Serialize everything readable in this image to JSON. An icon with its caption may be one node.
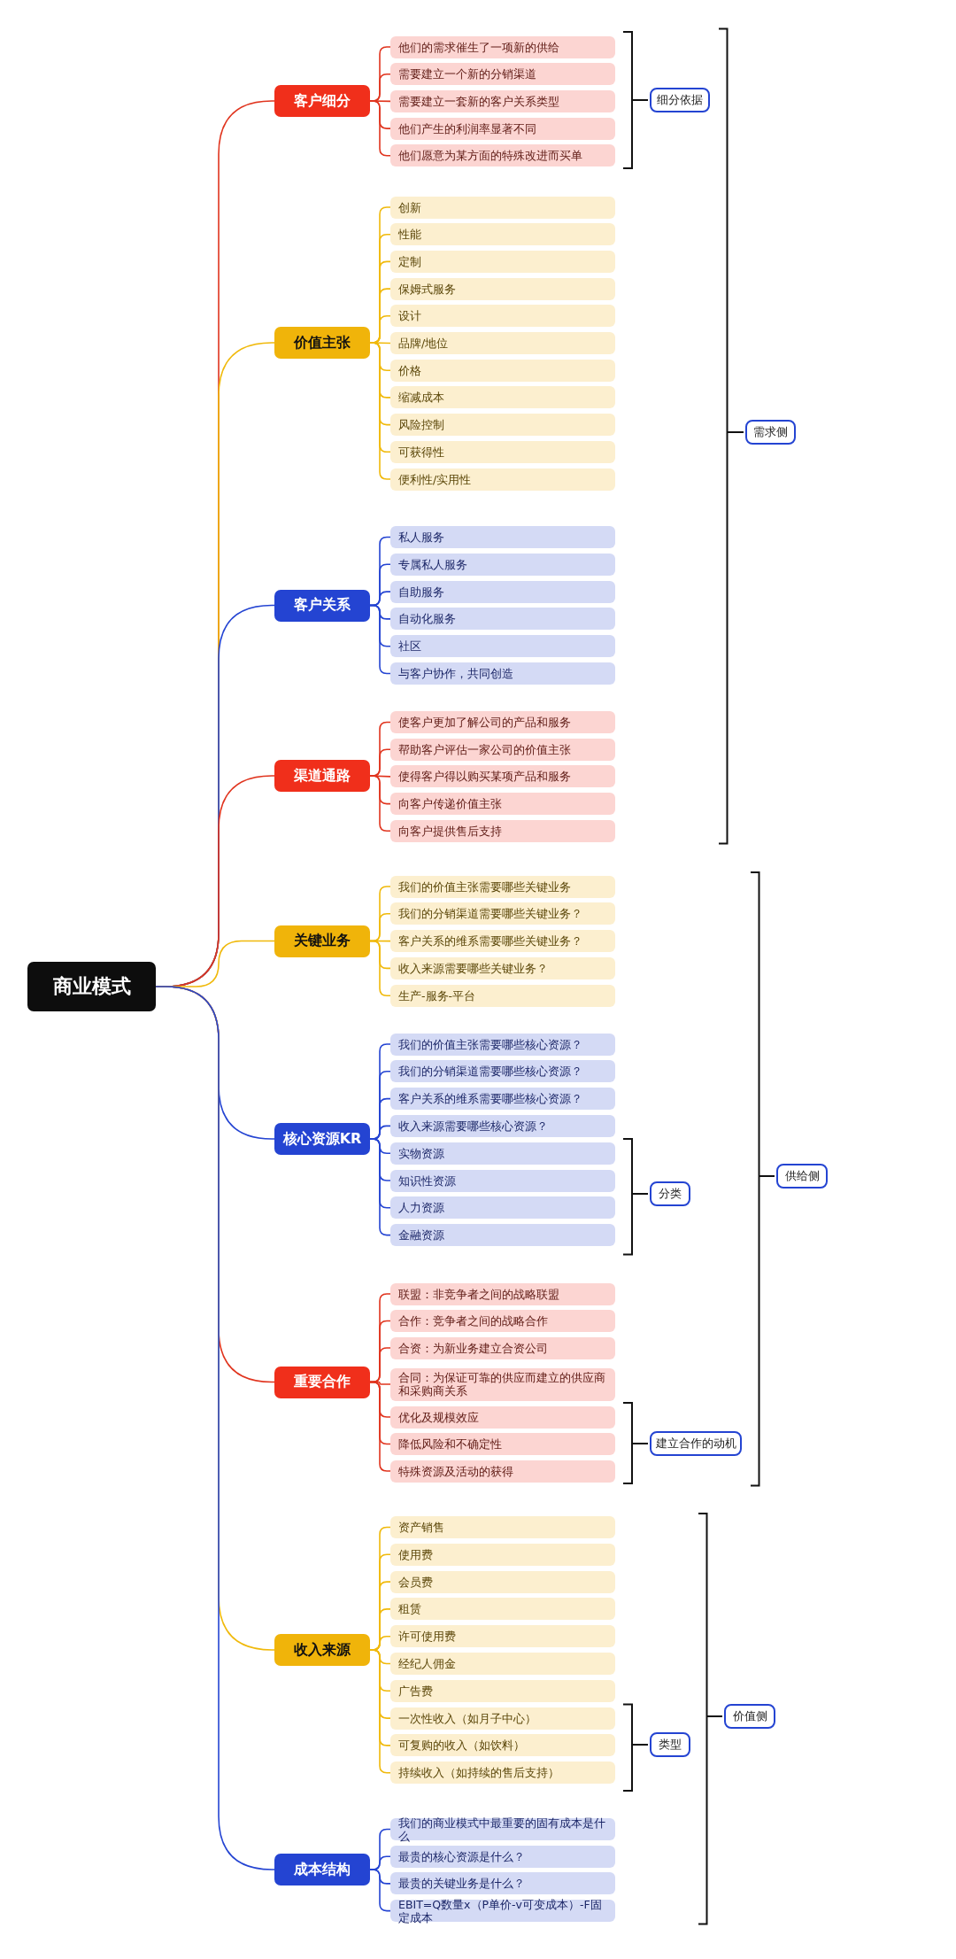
{
  "diagram": {
    "nodes": [
      {
        "text": [
          "商业模式"
        ]
      },
      {
        "text": [
          "客户细分"
        ]
      },
      {
        "text": [
          "他们的需求催生了一项新的供给"
        ]
      },
      {
        "text": [
          "需要建立一个新的分销渠道"
        ]
      },
      {
        "text": [
          "需要建立一套新的客户关系类型"
        ]
      },
      {
        "text": [
          "他们产生的利润率显著不同"
        ]
      },
      {
        "text": [
          "他们愿意为某方面的特殊改进而买单"
        ]
      },
      {
        "text": [
          "价值主张"
        ]
      },
      {
        "text": [
          "创新"
        ]
      },
      {
        "text": [
          "性能"
        ]
      },
      {
        "text": [
          "定制"
        ]
      },
      {
        "text": [
          "保姆式服务"
        ]
      },
      {
        "text": [
          "设计"
        ]
      },
      {
        "text": [
          "品牌/地位"
        ]
      },
      {
        "text": [
          "价格"
        ]
      },
      {
        "text": [
          "缩减成本"
        ]
      },
      {
        "text": [
          "风险控制"
        ]
      },
      {
        "text": [
          "可获得性"
        ]
      },
      {
        "text": [
          "便利性/实用性"
        ]
      },
      {
        "text": [
          "客户关系"
        ]
      },
      {
        "text": [
          "私人服务"
        ]
      },
      {
        "text": [
          "专属私人服务"
        ]
      },
      {
        "text": [
          "自助服务"
        ]
      },
      {
        "text": [
          "自动化服务"
        ]
      },
      {
        "text": [
          "社区"
        ]
      },
      {
        "text": [
          "与客户协作，共同创造"
        ]
      },
      {
        "text": [
          "渠道通路"
        ]
      },
      {
        "text": [
          "使客户更加了解公司的产品和服务"
        ]
      },
      {
        "text": [
          "帮助客户评估一家公司的价值主张"
        ]
      },
      {
        "text": [
          "使得客户得以购买某项产品和服务"
        ]
      },
      {
        "text": [
          "向客户传递价值主张"
        ]
      },
      {
        "text": [
          "向客户提供售后支持"
        ]
      },
      {
        "text": [
          "关键业务"
        ]
      },
      {
        "text": [
          "我们的价值主张需要哪些关键业务"
        ]
      },
      {
        "text": [
          "我们的分销渠道需要哪些关键业务？"
        ]
      },
      {
        "text": [
          "客户关系的维系需要哪些关键业务？"
        ]
      },
      {
        "text": [
          "收入来源需要哪些关键业务？"
        ]
      },
      {
        "text": [
          "生产-服务-平台"
        ]
      },
      {
        "text": [
          "核心资源KR"
        ]
      },
      {
        "text": [
          "我们的价值主张需要哪些核心资源？"
        ]
      },
      {
        "text": [
          "我们的分销渠道需要哪些核心资源？"
        ]
      },
      {
        "text": [
          "客户关系的维系需要哪些核心资源？"
        ]
      },
      {
        "text": [
          "收入来源需要哪些核心资源？"
        ]
      },
      {
        "text": [
          "实物资源"
        ]
      },
      {
        "text": [
          "知识性资源"
        ]
      },
      {
        "text": [
          "人力资源"
        ]
      },
      {
        "text": [
          "金融资源"
        ]
      },
      {
        "text": [
          "重要合作"
        ]
      },
      {
        "text": [
          "联盟：非竞争者之间的战略联盟"
        ]
      },
      {
        "text": [
          "合作：竞争者之间的战略合作"
        ]
      },
      {
        "text": [
          "合资：为新业务建立合资公司"
        ]
      },
      {
        "text": [
          "合同：为保证可靠的供应而建立的供应商和采购商关系"
        ]
      },
      {
        "text": [
          "优化及规模效应"
        ]
      },
      {
        "text": [
          "降低风险和不确定性"
        ]
      },
      {
        "text": [
          "特殊资源及活动的获得"
        ]
      },
      {
        "text": [
          "收入来源"
        ]
      },
      {
        "text": [
          "资产销售"
        ]
      },
      {
        "text": [
          "使用费"
        ]
      },
      {
        "text": [
          "会员费"
        ]
      },
      {
        "text": [
          "租赁"
        ]
      },
      {
        "text": [
          "许可使用费"
        ]
      },
      {
        "text": [
          "经纪人佣金"
        ]
      },
      {
        "text": [
          "广告费"
        ]
      },
      {
        "text": [
          "一次性收入（如月子中心）"
        ]
      },
      {
        "text": [
          "可复购的收入（如饮料）"
        ]
      },
      {
        "text": [
          "持续收入（如持续的售后支持）"
        ]
      },
      {
        "text": [
          "成本结构"
        ]
      },
      {
        "text": [
          "我们的商业模式中最重要的固有成本是什么"
        ]
      },
      {
        "text": [
          "最贵的核心资源是什么？"
        ]
      },
      {
        "text": [
          "最贵的关键业务是什么？"
        ]
      },
      {
        "text": [
          "EBIT=Q数量x（P单价-v可变成本）-F固定成本"
        ]
      },
      {
        "text": [
          "细分依据"
        ]
      },
      {
        "text": [
          "需求侧"
        ]
      },
      {
        "text": [
          "分类"
        ]
      },
      {
        "text": [
          "供给侧"
        ]
      },
      {
        "text": [
          "建立合作的动机"
        ]
      },
      {
        "text": [
          "价值侧"
        ]
      },
      {
        "text": [
          "类型"
        ]
      }
    ],
    "edges": [
      {
        "from": 0,
        "to": 1,
        "arrow": "none",
        "color": "#e0341e"
      },
      {
        "from": 0,
        "to": 7,
        "arrow": "none",
        "color": "#f0b90b"
      },
      {
        "from": 0,
        "to": 19,
        "arrow": "none",
        "color": "#2444d2"
      },
      {
        "from": 0,
        "to": 26,
        "arrow": "none",
        "color": "#e0341e"
      },
      {
        "from": 0,
        "to": 32,
        "arrow": "none",
        "color": "#f0b90b"
      },
      {
        "from": 0,
        "to": 38,
        "arrow": "none",
        "color": "#2444d2"
      },
      {
        "from": 0,
        "to": 47,
        "arrow": "none",
        "color": "#e0341e"
      },
      {
        "from": 0,
        "to": 55,
        "arrow": "none",
        "color": "#f0b90b"
      },
      {
        "from": 0,
        "to": 66,
        "arrow": "none",
        "color": "#2444d2"
      },
      {
        "from": 1,
        "to": 2,
        "arrow": "none",
        "color": "#e0341e"
      },
      {
        "from": 1,
        "to": 3,
        "arrow": "none",
        "color": "#e0341e"
      },
      {
        "from": 1,
        "to": 4,
        "arrow": "none",
        "color": "#e0341e"
      },
      {
        "from": 1,
        "to": 5,
        "arrow": "none",
        "color": "#e0341e"
      },
      {
        "from": 1,
        "to": 6,
        "arrow": "none",
        "color": "#e0341e"
      },
      {
        "from": 7,
        "to": 8,
        "arrow": "none",
        "color": "#f0b90b"
      },
      {
        "from": 7,
        "to": 9,
        "arrow": "none",
        "color": "#f0b90b"
      },
      {
        "from": 7,
        "to": 10,
        "arrow": "none",
        "color": "#f0b90b"
      },
      {
        "from": 7,
        "to": 11,
        "arrow": "none",
        "color": "#f0b90b"
      },
      {
        "from": 7,
        "to": 12,
        "arrow": "none",
        "color": "#f0b90b"
      },
      {
        "from": 7,
        "to": 13,
        "arrow": "none",
        "color": "#f0b90b"
      },
      {
        "from": 7,
        "to": 14,
        "arrow": "none",
        "color": "#f0b90b"
      },
      {
        "from": 7,
        "to": 15,
        "arrow": "none",
        "color": "#f0b90b"
      },
      {
        "from": 7,
        "to": 16,
        "arrow": "none",
        "color": "#f0b90b"
      },
      {
        "from": 7,
        "to": 17,
        "arrow": "none",
        "color": "#f0b90b"
      },
      {
        "from": 7,
        "to": 18,
        "arrow": "none",
        "color": "#f0b90b"
      },
      {
        "from": 19,
        "to": 20,
        "arrow": "none",
        "color": "#2444d2"
      },
      {
        "from": 19,
        "to": 21,
        "arrow": "none",
        "color": "#2444d2"
      },
      {
        "from": 19,
        "to": 22,
        "arrow": "none",
        "color": "#2444d2"
      },
      {
        "from": 19,
        "to": 23,
        "arrow": "none",
        "color": "#2444d2"
      },
      {
        "from": 19,
        "to": 24,
        "arrow": "none",
        "color": "#2444d2"
      },
      {
        "from": 19,
        "to": 25,
        "arrow": "none",
        "color": "#2444d2"
      },
      {
        "from": 26,
        "to": 27,
        "arrow": "none",
        "color": "#e0341e"
      },
      {
        "from": 26,
        "to": 28,
        "arrow": "none",
        "color": "#e0341e"
      },
      {
        "from": 26,
        "to": 29,
        "arrow": "none",
        "color": "#e0341e"
      },
      {
        "from": 26,
        "to": 30,
        "arrow": "none",
        "color": "#e0341e"
      },
      {
        "from": 26,
        "to": 31,
        "arrow": "none",
        "color": "#e0341e"
      },
      {
        "from": 32,
        "to": 33,
        "arrow": "none",
        "color": "#f0b90b"
      },
      {
        "from": 32,
        "to": 34,
        "arrow": "none",
        "color": "#f0b90b"
      },
      {
        "from": 32,
        "to": 35,
        "arrow": "none",
        "color": "#f0b90b"
      },
      {
        "from": 32,
        "to": 36,
        "arrow": "none",
        "color": "#f0b90b"
      },
      {
        "from": 32,
        "to": 37,
        "arrow": "none",
        "color": "#f0b90b"
      },
      {
        "from": 38,
        "to": 39,
        "arrow": "none",
        "color": "#2444d2"
      },
      {
        "from": 38,
        "to": 40,
        "arrow": "none",
        "color": "#2444d2"
      },
      {
        "from": 38,
        "to": 41,
        "arrow": "none",
        "color": "#2444d2"
      },
      {
        "from": 38,
        "to": 42,
        "arrow": "none",
        "color": "#2444d2"
      },
      {
        "from": 38,
        "to": 43,
        "arrow": "none",
        "color": "#2444d2"
      },
      {
        "from": 38,
        "to": 44,
        "arrow": "none",
        "color": "#2444d2"
      },
      {
        "from": 38,
        "to": 45,
        "arrow": "none",
        "color": "#2444d2"
      },
      {
        "from": 38,
        "to": 46,
        "arrow": "none",
        "color": "#2444d2"
      },
      {
        "from": 47,
        "to": 48,
        "arrow": "none",
        "color": "#e0341e"
      },
      {
        "from": 47,
        "to": 49,
        "arrow": "none",
        "color": "#e0341e"
      },
      {
        "from": 47,
        "to": 50,
        "arrow": "none",
        "color": "#e0341e"
      },
      {
        "from": 47,
        "to": 51,
        "arrow": "none",
        "color": "#e0341e"
      },
      {
        "from": 47,
        "to": 52,
        "arrow": "none",
        "color": "#e0341e"
      },
      {
        "from": 47,
        "to": 53,
        "arrow": "none",
        "color": "#e0341e"
      },
      {
        "from": 47,
        "to": 54,
        "arrow": "none",
        "color": "#e0341e"
      },
      {
        "from": 55,
        "to": 56,
        "arrow": "none",
        "color": "#f0b90b"
      },
      {
        "from": 55,
        "to": 57,
        "arrow": "none",
        "color": "#f0b90b"
      },
      {
        "from": 55,
        "to": 58,
        "arrow": "none",
        "color": "#f0b90b"
      },
      {
        "from": 55,
        "to": 59,
        "arrow": "none",
        "color": "#f0b90b"
      },
      {
        "from": 55,
        "to": 60,
        "arrow": "none",
        "color": "#f0b90b"
      },
      {
        "from": 55,
        "to": 61,
        "arrow": "none",
        "color": "#f0b90b"
      },
      {
        "from": 55,
        "to": 62,
        "arrow": "none",
        "color": "#f0b90b"
      },
      {
        "from": 55,
        "to": 63,
        "arrow": "none",
        "color": "#f0b90b"
      },
      {
        "from": 55,
        "to": 64,
        "arrow": "none",
        "color": "#f0b90b"
      },
      {
        "from": 55,
        "to": 65,
        "arrow": "none",
        "color": "#f0b90b"
      },
      {
        "from": 66,
        "to": 67,
        "arrow": "none",
        "color": "#2444d2"
      },
      {
        "from": 66,
        "to": 68,
        "arrow": "none",
        "color": "#2444d2"
      },
      {
        "from": 66,
        "to": 69,
        "arrow": "none",
        "color": "#2444d2"
      },
      {
        "from": 66,
        "to": 70,
        "arrow": "none",
        "color": "#2444d2"
      }
    ]
  }
}
